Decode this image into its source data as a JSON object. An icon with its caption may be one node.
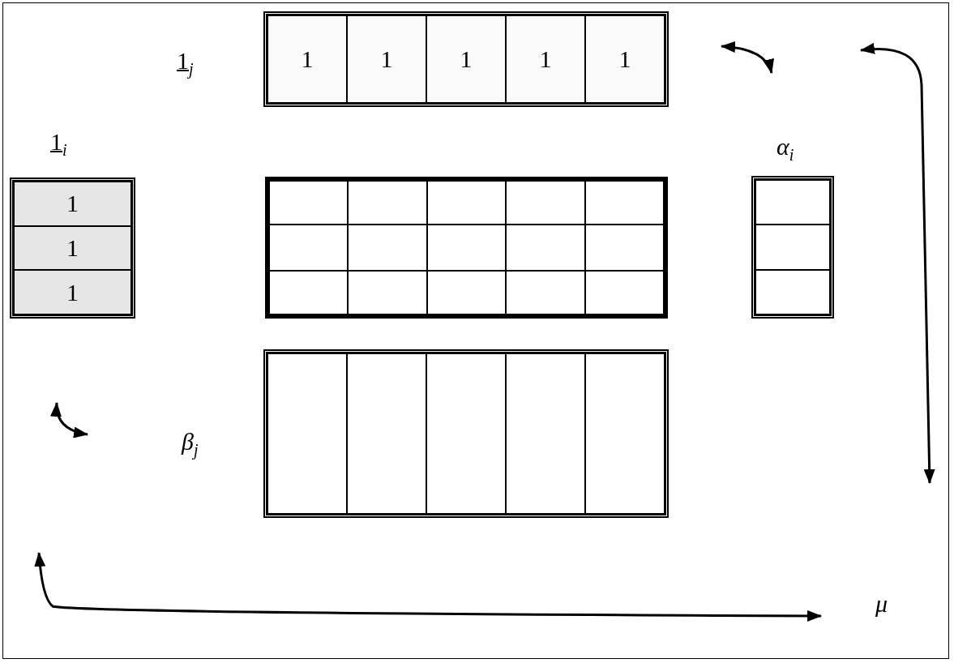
{
  "diagram": {
    "nodes": [
      {
        "text": [],
        "shape": "box",
        "beside": [
          "1$_{j}$"
        ]
      },
      {
        "text": [
          "1"
        ],
        "in": 0
      },
      {
        "text": [
          "1"
        ],
        "in": 0
      },
      {
        "text": [
          "1"
        ],
        "in": 0
      },
      {
        "text": [
          "1"
        ],
        "in": 0
      },
      {
        "text": [
          "1"
        ],
        "in": 0
      },
      {
        "text": [],
        "shape": "box",
        "beside": [
          "1$_{i}$"
        ]
      },
      {
        "text": [
          "1"
        ],
        "in": 6
      },
      {
        "text": [
          "1"
        ],
        "in": 6
      },
      {
        "text": [
          "1"
        ],
        "in": 6
      },
      {
        "text": [],
        "shape": "box"
      },
      {
        "text": [],
        "shape": "box",
        "in": 10
      },
      {
        "text": [],
        "shape": "box",
        "in": 10
      },
      {
        "text": [],
        "shape": "box",
        "in": 10
      },
      {
        "text": [],
        "shape": "box",
        "in": 10
      },
      {
        "text": [],
        "shape": "box",
        "in": 10
      },
      {
        "text": [],
        "shape": "box",
        "in": 10
      },
      {
        "text": [],
        "shape": "box",
        "in": 10
      },
      {
        "text": [],
        "shape": "box",
        "in": 10
      },
      {
        "text": [],
        "shape": "box",
        "in": 10
      },
      {
        "text": [],
        "shape": "box",
        "in": 10
      },
      {
        "text": [],
        "shape": "box",
        "in": 10
      },
      {
        "text": [],
        "shape": "box",
        "in": 10
      },
      {
        "text": [],
        "shape": "box",
        "in": 10
      },
      {
        "text": [],
        "shape": "box",
        "in": 10
      },
      {
        "text": [],
        "shape": "box",
        "in": 10
      },
      {
        "text": [],
        "shape": "box",
        "beside": [
          "α$_{i}$"
        ]
      },
      {
        "text": [],
        "shape": "box",
        "in": 26
      },
      {
        "text": [],
        "shape": "box",
        "in": 26
      },
      {
        "text": [],
        "shape": "box",
        "in": 26
      },
      {
        "text": [],
        "shape": "box",
        "beside": [
          "β$_{j}$"
        ]
      },
      {
        "text": [],
        "shape": "box",
        "in": 30
      },
      {
        "text": [],
        "shape": "box",
        "in": 30
      },
      {
        "text": [],
        "shape": "box",
        "in": 30
      },
      {
        "text": [],
        "shape": "box",
        "in": 30
      },
      {
        "text": [],
        "shape": "box",
        "in": 30
      }
    ],
    "labels": [
      "μ"
    ]
  }
}
